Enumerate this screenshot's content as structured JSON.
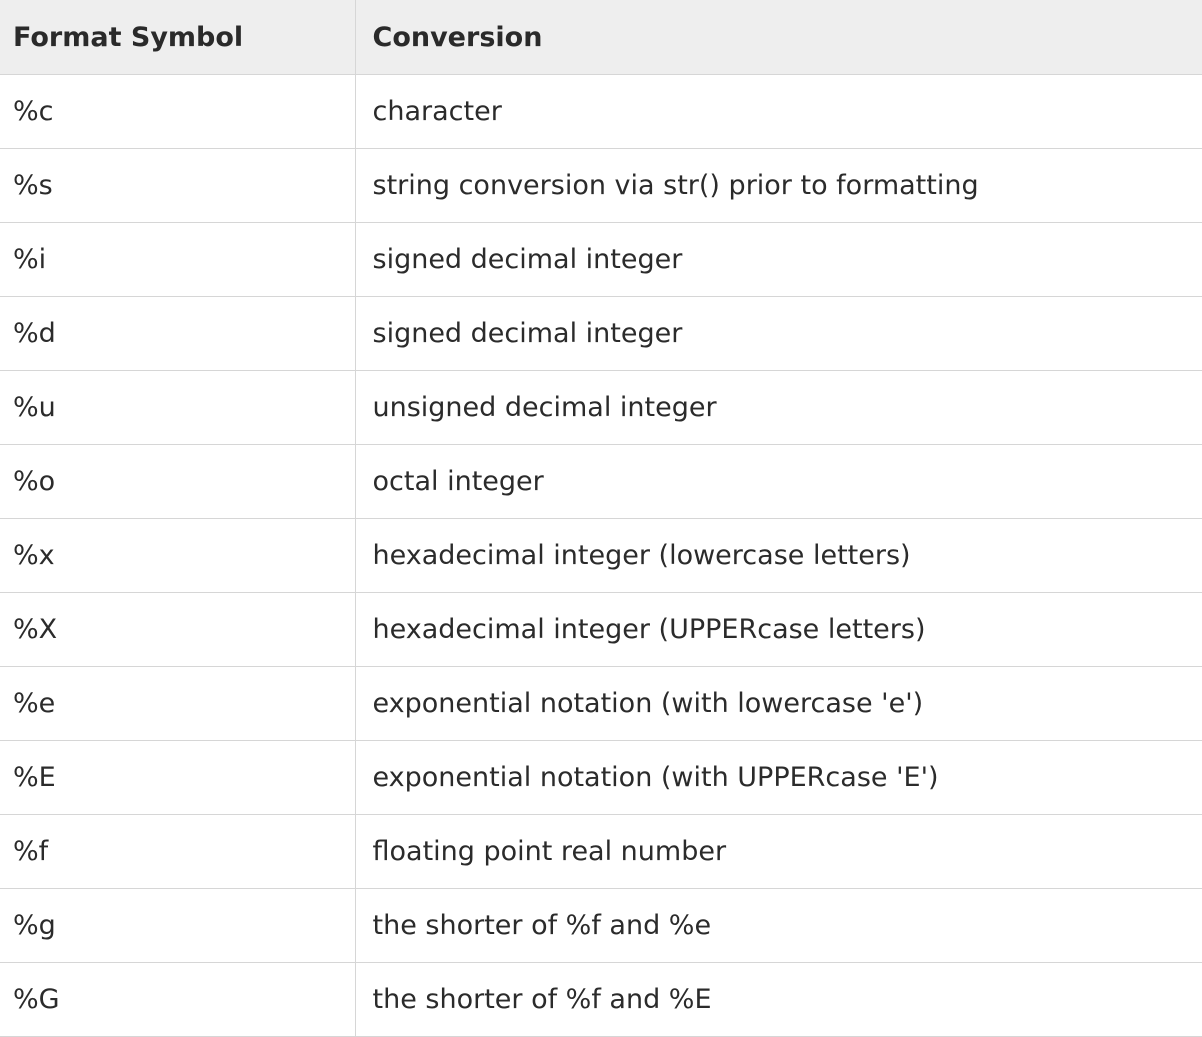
{
  "table": {
    "headers": [
      "Format Symbol",
      "Conversion"
    ],
    "rows": [
      [
        "%c",
        "character"
      ],
      [
        "%s",
        "string conversion via str() prior to formatting"
      ],
      [
        "%i",
        "signed decimal integer"
      ],
      [
        "%d",
        "signed decimal integer"
      ],
      [
        "%u",
        "unsigned decimal integer"
      ],
      [
        "%o",
        "octal integer"
      ],
      [
        "%x",
        "hexadecimal integer (lowercase letters)"
      ],
      [
        "%X",
        "hexadecimal integer (UPPERcase letters)"
      ],
      [
        "%e",
        "exponential notation (with lowercase 'e')"
      ],
      [
        "%E",
        "exponential notation (with UPPERcase 'E')"
      ],
      [
        "%f",
        "floating point real number"
      ],
      [
        "%g",
        "the shorter of %f and %e"
      ],
      [
        "%G",
        "the shorter of %f and %E"
      ]
    ]
  },
  "colors": {
    "header_background": "#eeeeee",
    "border": "#d6d6d6",
    "text": "#2b2b2b"
  }
}
